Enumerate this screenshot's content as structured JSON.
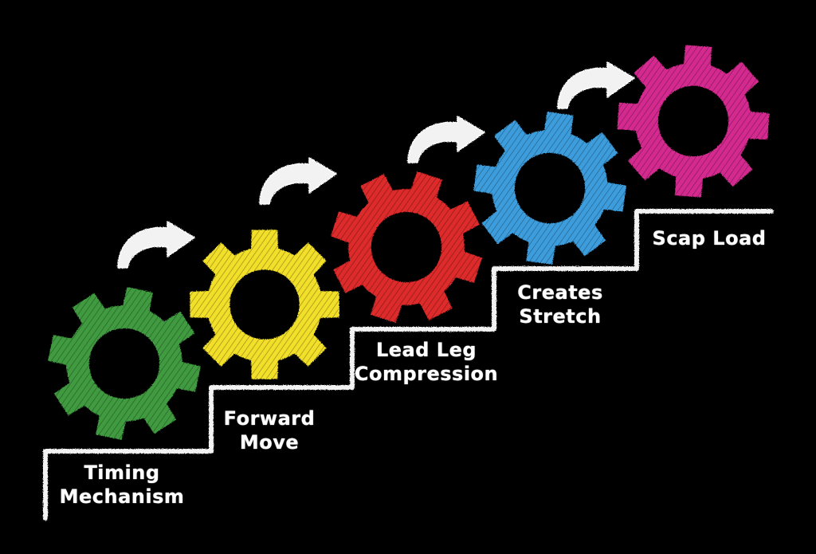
{
  "colors": {
    "background": "#000000",
    "chalk": "#ffffff"
  },
  "steps": [
    {
      "line1": "Timing",
      "line2": "Mechanism",
      "color": "#3f9a3f"
    },
    {
      "line1": "Forward",
      "line2": "Move",
      "color": "#f2df2a"
    },
    {
      "line1": "Lead Leg",
      "line2": "Compression",
      "color": "#dd2a2a"
    },
    {
      "line1": "Creates",
      "line2": "Stretch",
      "color": "#3d9ddc"
    },
    {
      "line1": "Scap Load",
      "line2": "",
      "color": "#d42a8f"
    }
  ],
  "icons": {
    "gear": "gear-icon",
    "arrow": "curved-arrow-icon"
  }
}
